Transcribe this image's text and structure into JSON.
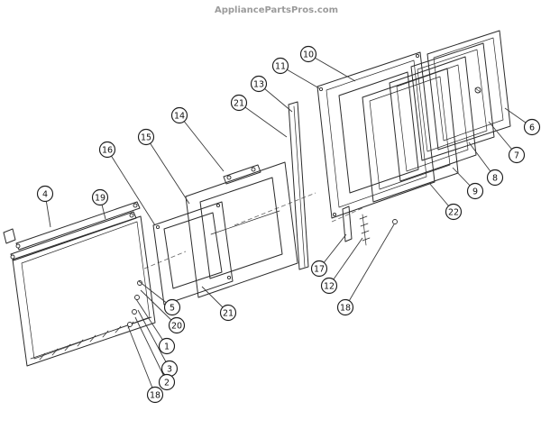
{
  "page": {
    "watermark": "AppliancePartsPros.com"
  },
  "colors": {
    "background": "#ffffff",
    "line": "#2b2b2b",
    "watermark": "#9b9b9b"
  },
  "diagram": {
    "kind": "exploded-parts-diagram",
    "subject": "oven door assembly",
    "callouts": [
      {
        "label": "10"
      },
      {
        "label": "11"
      },
      {
        "label": "13"
      },
      {
        "label": "21"
      },
      {
        "label": "14"
      },
      {
        "label": "15"
      },
      {
        "label": "16"
      },
      {
        "label": "6"
      },
      {
        "label": "7"
      },
      {
        "label": "8"
      },
      {
        "label": "9"
      },
      {
        "label": "22"
      },
      {
        "label": "4"
      },
      {
        "label": "19"
      },
      {
        "label": "17"
      },
      {
        "label": "12"
      },
      {
        "label": "18"
      },
      {
        "label": "21"
      },
      {
        "label": "5"
      },
      {
        "label": "20"
      },
      {
        "label": "1"
      },
      {
        "label": "3"
      },
      {
        "label": "2"
      },
      {
        "label": "18"
      }
    ]
  }
}
